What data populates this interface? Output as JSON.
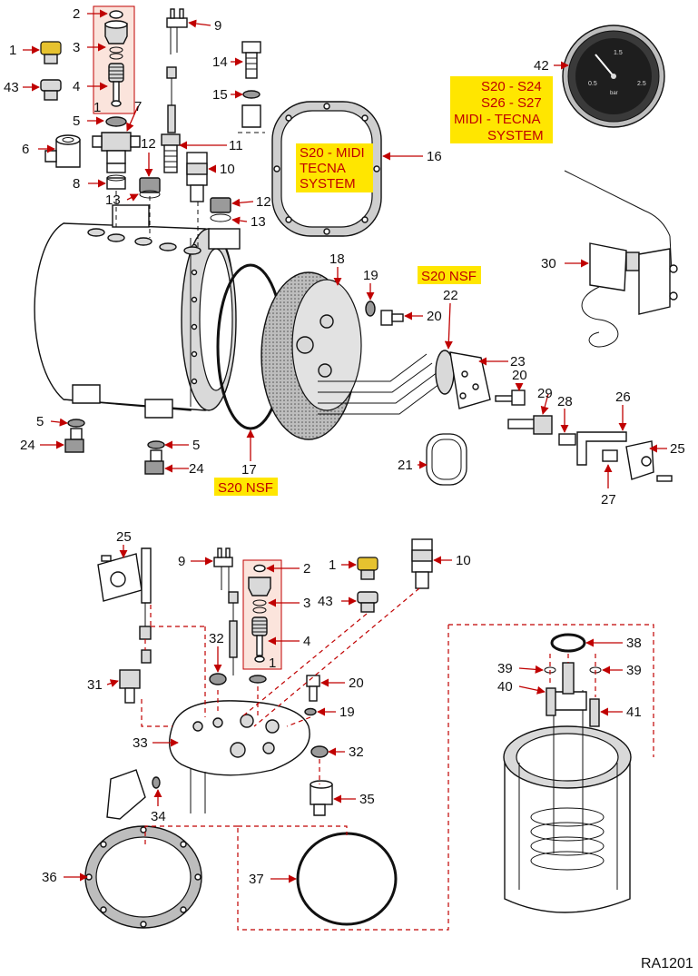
{
  "drawing_code": "RA1201",
  "callouts": {
    "n1": "1",
    "n2": "2",
    "n3": "3",
    "n4": "4",
    "n5": "5",
    "n6": "6",
    "n7": "7",
    "n8": "8",
    "n9": "9",
    "n10": "10",
    "n11": "11",
    "n12": "12",
    "n13": "13",
    "n14": "14",
    "n15": "15",
    "n16": "16",
    "n17": "17",
    "n18": "18",
    "n19": "19",
    "n20": "20",
    "n21": "21",
    "n22": "22",
    "n23": "23",
    "n24": "24",
    "n25": "25",
    "n26": "26",
    "n27": "27",
    "n28": "28",
    "n29": "29",
    "n30": "30",
    "n31": "31",
    "n32": "32",
    "n33": "33",
    "n34": "34",
    "n35": "35",
    "n36": "36",
    "n37": "37",
    "n38": "38",
    "n39": "39",
    "n40": "40",
    "n41": "41",
    "n42": "42",
    "n43": "43"
  },
  "model_labels": {
    "gauge_models": [
      "S20 - S24",
      "S26 - S27",
      "MIDI - TECNA",
      "SYSTEM"
    ],
    "gasket_models": [
      "S20 - MIDI",
      "TECNA",
      "SYSTEM"
    ],
    "nsf_top": "S20 NSF",
    "nsf_bottom": "S20 NSF"
  },
  "gauge_face": {
    "top_tick": "1.5",
    "left_tick": "0.5",
    "right_tick": "2.5",
    "unit": "bar",
    "scale": "1 1.5 185"
  },
  "colors": {
    "callout_red": "#c00000",
    "highlight_yellow": "#ffe600",
    "group_box_fill": "#fbe4dc"
  }
}
